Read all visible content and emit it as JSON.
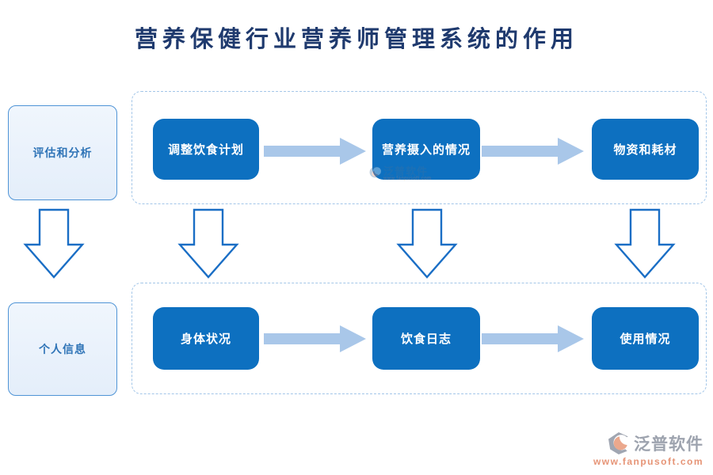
{
  "title": "营养保健行业营养师管理系统的作用",
  "left_column": {
    "top_box_label": "评估和分析",
    "bottom_box_label": "个人信息"
  },
  "flow": {
    "top_row": [
      "调整饮食计划",
      "营养摄入的情况",
      "物资和耗材"
    ],
    "bottom_row": [
      "身体状况",
      "饮食日志",
      "使用情况"
    ]
  },
  "watermark": {
    "brand": "泛普软件",
    "url": "www.fanpusoft.com"
  },
  "icons": {
    "right_arrow": "right-arrow-icon",
    "down_arrow": "down-arrow-icon",
    "brand_logo": "fanpu-logo-icon"
  },
  "colors": {
    "title_text": "#1f3a6e",
    "dark_box_fill": "#0d70c0",
    "dark_box_text": "#ffffff",
    "light_box_border": "#4f94d6",
    "light_box_fill": "#e9f2fb",
    "light_box_text": "#2f74b7",
    "flow_arrow": "#a9c7e9",
    "outline_arrow_stroke": "#1a6ec5",
    "dashed_border": "#a3c6e8",
    "brand_gray": "#8d93a1",
    "brand_orange": "#e2825f"
  }
}
